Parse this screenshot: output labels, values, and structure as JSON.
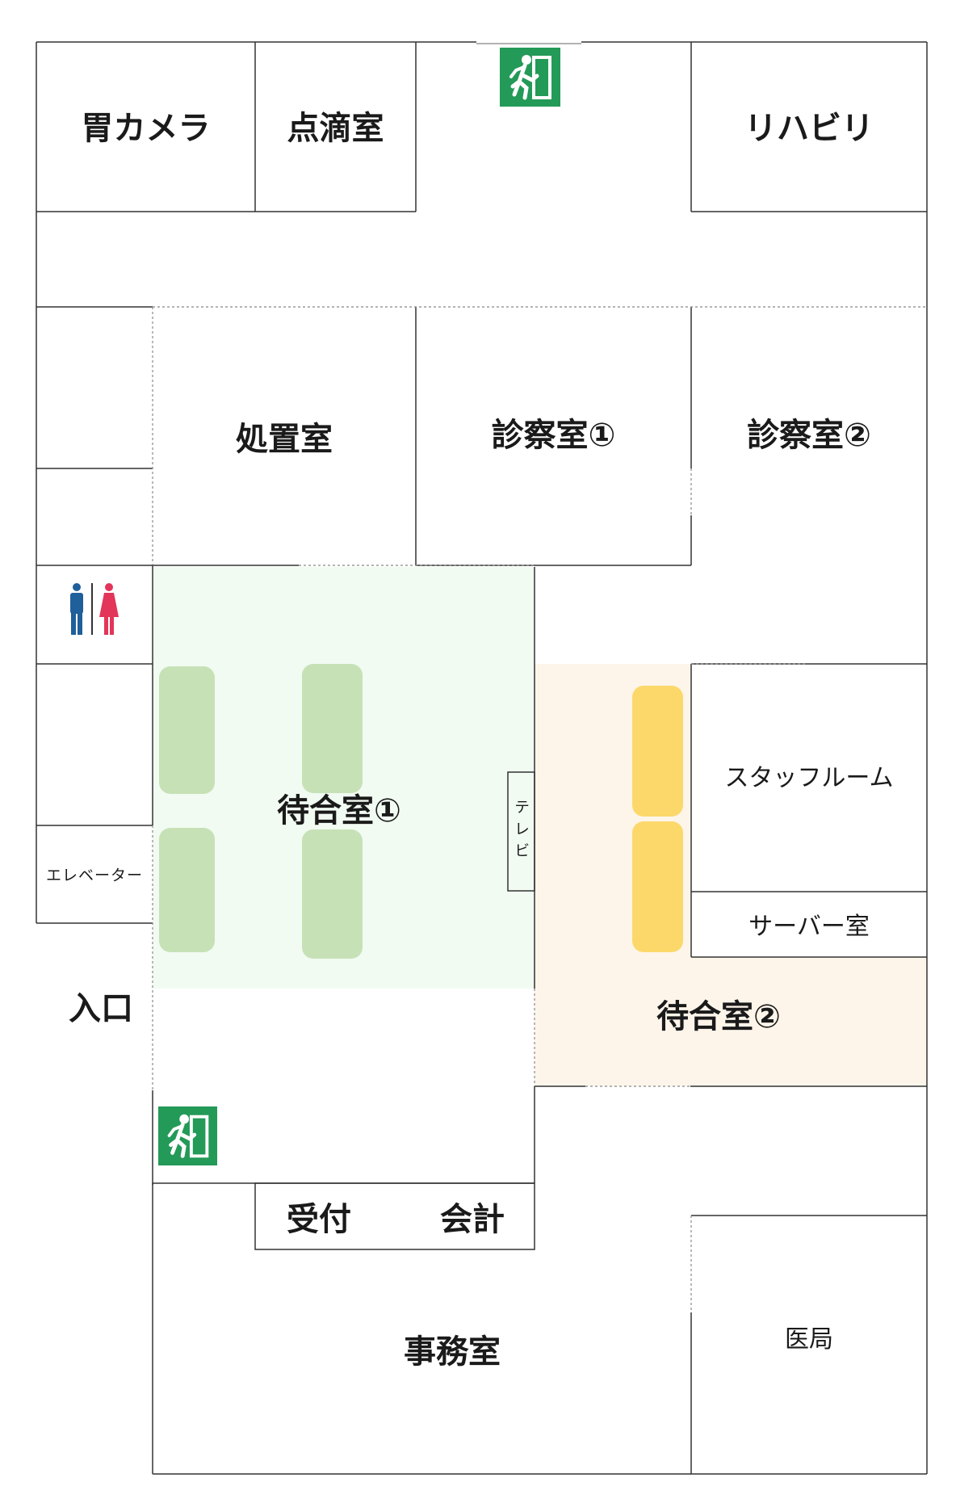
{
  "rooms": {
    "gastro": "胃カメラ",
    "drip": "点滴室",
    "rehab": "リハビリ",
    "treatment": "処置室",
    "exam1": "診察室①",
    "exam2": "診察室②",
    "waiting1": "待合室①",
    "waiting2": "待合室②",
    "staff": "スタッフルーム",
    "server": "サーバー室",
    "elevator": "エレベーター",
    "entrance": "入口",
    "reception": "受付",
    "cashier": "会計",
    "office": "事務室",
    "medical_office": "医局",
    "tv": "テレビ"
  },
  "icons": {
    "exit_top": "emergency-exit-icon",
    "exit_bottom": "emergency-exit-icon",
    "restroom": "restroom-icon"
  },
  "colors": {
    "waiting1_bg": "#f1fbf2",
    "waiting2_bg": "#fdf5ea",
    "bench_green": "#c7e1b6",
    "bench_yellow": "#fcd86b",
    "exit_green": "#239a57",
    "male_blue": "#1f5f9a",
    "female_red": "#e3345a"
  }
}
